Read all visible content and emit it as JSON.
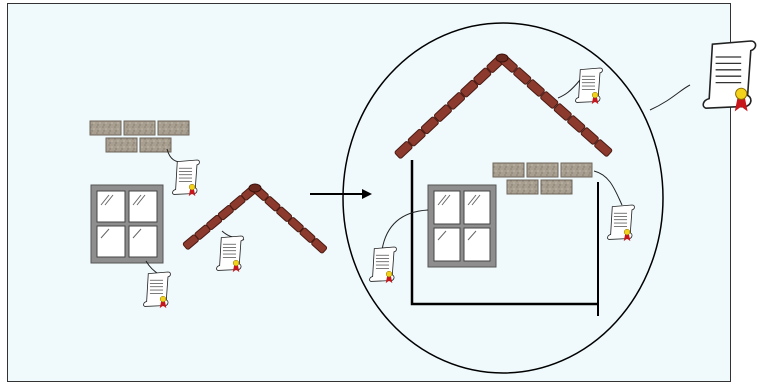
{
  "diagram": {
    "colors": {
      "canvas": "#F0FAFC",
      "border": "#333333",
      "brick": "#A89F90",
      "roof_tile": "#8C3A2E",
      "window_frame": "#8E8E8E",
      "window_pane": "#FFFFFF",
      "wall_line": "#000000",
      "scroll": "#FFFFFF",
      "seal": "#C8161D",
      "medal": "#F2D21A"
    },
    "components": [
      "bricks",
      "window",
      "roof"
    ],
    "assembled": "house",
    "icons": [
      "brick-icon",
      "window-icon",
      "roof-icon",
      "certificate-icon",
      "arrow-icon",
      "magnify-circle-icon"
    ]
  }
}
